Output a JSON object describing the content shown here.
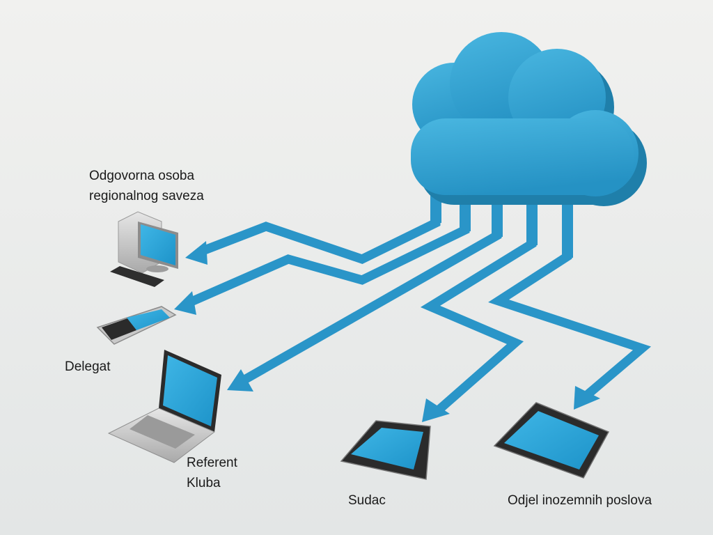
{
  "colors": {
    "background": "#eef0ef",
    "cloud": "#2e9fcf",
    "cloud_dark": "#1f7faa",
    "arrow": "#2a95c8",
    "screen": "#23a3d9",
    "device_dark": "#2b2b2b",
    "device_silver": "#c9c9c9"
  },
  "nodes": {
    "regional_person": {
      "line1": "Odgovorna osoba",
      "line2": "regionalnog saveza",
      "device_icon": "desktop-computer-icon"
    },
    "delegat": {
      "label": "Delegat",
      "device_icon": "smartphone-keyboard-icon"
    },
    "referent": {
      "line1": "Referent",
      "line2": "Kluba",
      "device_icon": "laptop-icon"
    },
    "sudac": {
      "label": "Sudac",
      "device_icon": "smartphone-icon"
    },
    "odjel": {
      "label": "Odjel inozemnih poslova",
      "device_icon": "tablet-icon"
    }
  },
  "hub_icon": "cloud-icon"
}
